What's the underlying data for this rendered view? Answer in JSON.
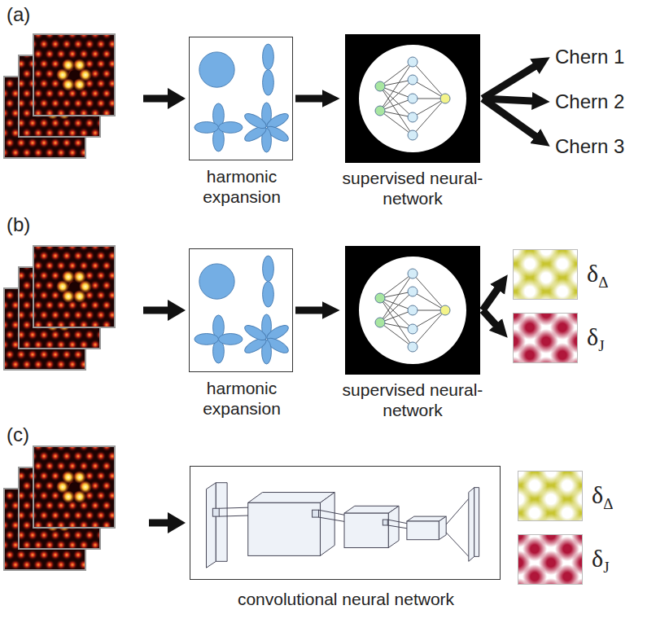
{
  "diagram": {
    "nodes": [
      {
        "text": [
          "harmonic expansion"
        ]
      },
      {
        "text": [
          "supervised neural-network"
        ]
      },
      {
        "text": [
          "Chern 1"
        ]
      },
      {
        "text": [
          "Chern 2"
        ]
      },
      {
        "text": [
          "Chern 3"
        ]
      },
      {
        "text": [
          "harmonic expansion"
        ]
      },
      {
        "text": [
          "supervised neural-network"
        ]
      },
      {
        "text": [
          "δΔ"
        ]
      },
      {
        "text": [
          "δJ"
        ]
      },
      {
        "text": [
          "convolutional neural network"
        ]
      },
      {
        "text": [
          "δΔ"
        ]
      },
      {
        "text": [
          "δJ"
        ]
      }
    ],
    "edges": [
      {
        "from": 0,
        "to": 1,
        "arrow": "to"
      },
      {
        "from": 1,
        "to": 2,
        "arrow": "to"
      },
      {
        "from": 1,
        "to": 3,
        "arrow": "to"
      },
      {
        "from": 1,
        "to": 4,
        "arrow": "to"
      },
      {
        "from": 5,
        "to": 6,
        "arrow": "to"
      },
      {
        "from": 6,
        "to": 7,
        "arrow": "to"
      },
      {
        "from": 6,
        "to": 8,
        "arrow": "to"
      }
    ],
    "labels": [
      "(a)",
      "(b)",
      "(c)"
    ]
  }
}
